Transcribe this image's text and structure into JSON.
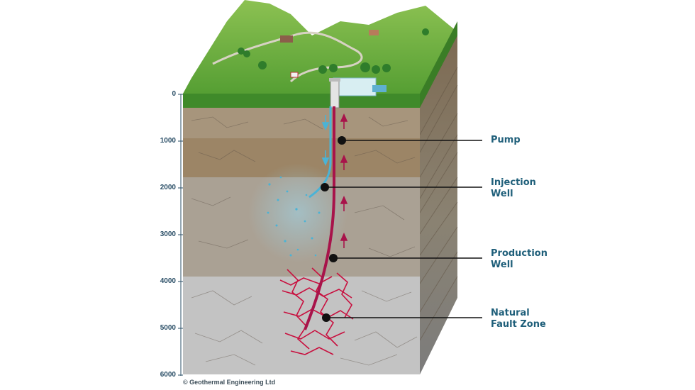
{
  "depth_axis": {
    "ticks": [
      "0",
      "1000",
      "2000",
      "3000",
      "4000",
      "5000",
      "6000"
    ]
  },
  "callouts": [
    {
      "id": "pump",
      "text": "Pump"
    },
    {
      "id": "injection-well",
      "text": "Injection\nWell"
    },
    {
      "id": "production-well",
      "text": "Production\nWell"
    },
    {
      "id": "fault-zone",
      "text": "Natural\nFault Zone"
    }
  ],
  "copyright": "© Geothermal Engineering Ltd",
  "colors": {
    "label_text": "#1f5f7a",
    "injection_flow": "#4ab3d6",
    "production_flow": "#b0124a",
    "grass": "#5fa83a"
  }
}
